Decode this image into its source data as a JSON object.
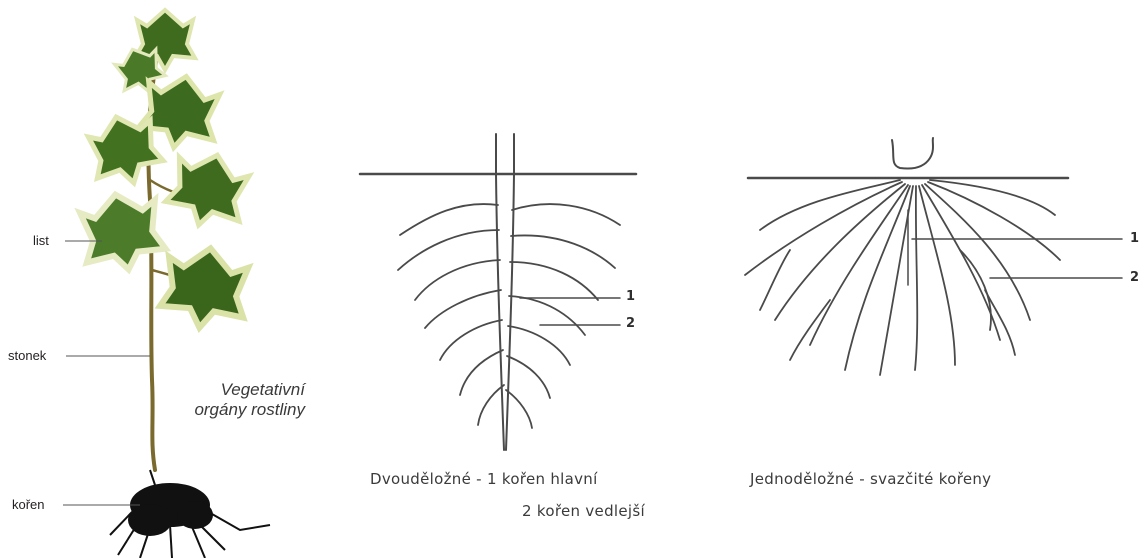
{
  "plant": {
    "labels": {
      "leaf": "list",
      "stem": "stonek",
      "root": "kořen"
    },
    "caption": {
      "line1": "Vegetativní",
      "line2": "orgány rostliny"
    }
  },
  "dicot": {
    "caption_line1": "Dvouděložné - 1 kořen hlavní",
    "caption_line2": "2 kořen vedlejší",
    "marker1": "1",
    "marker2": "2"
  },
  "monocot": {
    "caption": "Jednoděložné - svazčité kořeny",
    "marker1": "1",
    "marker2": "2"
  },
  "colors": {
    "leaf_dark": "#3f6b1f",
    "leaf_light": "#dfe6b0",
    "stem": "#7a5a2a",
    "root_drawing": "#4a4a4a"
  }
}
